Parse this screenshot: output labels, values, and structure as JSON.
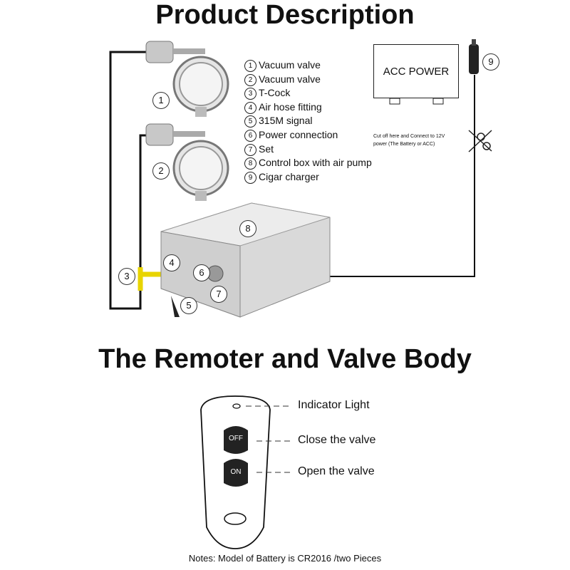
{
  "titles": {
    "product": "Product Description",
    "remoter": "The Remoter and Valve Body"
  },
  "legend": [
    {
      "num": "1",
      "label": "Vacuum valve"
    },
    {
      "num": "2",
      "label": "Vacuum valve"
    },
    {
      "num": "3",
      "label": "T-Cock"
    },
    {
      "num": "4",
      "label": "Air hose fitting"
    },
    {
      "num": "5",
      "label": "315M signal"
    },
    {
      "num": "6",
      "label": "Power connection"
    },
    {
      "num": "7",
      "label": "Set"
    },
    {
      "num": "8",
      "label": "Control box with air pump"
    },
    {
      "num": "9",
      "label": "Cigar charger"
    }
  ],
  "acc_power": "ACC POWER",
  "cut_note": "Cut off here and Connect to 12V power (The Battery or ACC)",
  "badges": {
    "b1": "1",
    "b2": "2",
    "b3": "3",
    "b4": "4",
    "b5": "5",
    "b6": "6",
    "b7": "7",
    "b8": "8",
    "b9": "9"
  },
  "remote": {
    "off_label": "OFF",
    "on_label": "ON",
    "indicator": "Indicator Light",
    "close": "Close the valve",
    "open": "Open the valve"
  },
  "note": "Notes:  Model of Battery is CR2016 /two Pieces",
  "colors": {
    "hose_yellow": "#e8d400",
    "line": "#111111",
    "box": "#d9d9d9"
  }
}
